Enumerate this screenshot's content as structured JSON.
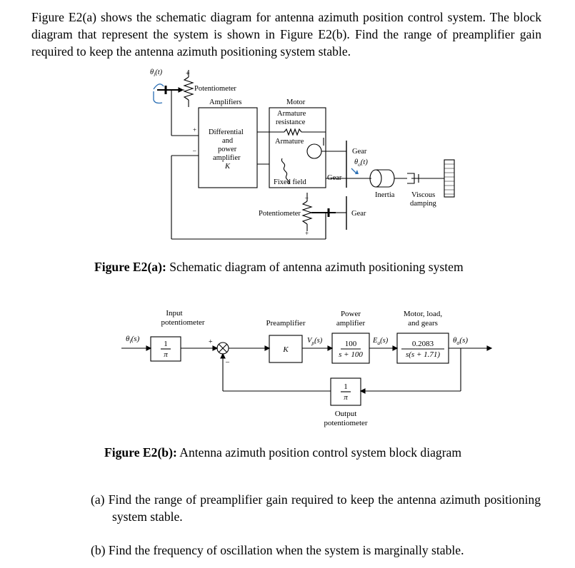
{
  "problem": {
    "intro": "Figure E2(a) shows the schematic diagram for antenna azimuth position control system. The block diagram that represent the system is shown in Figure E2(b). Find the range of preamplifier gain required to keep the antenna azimuth positioning system stable."
  },
  "schematic": {
    "theta_i": "θ",
    "theta_i_sub": "i",
    "theta_i_arg": "(t)",
    "plus": "+",
    "minus": "–",
    "potentiometer_top": "Potentiometer",
    "amplifiers": "Amplifiers",
    "motor": "Motor",
    "armature_resistance_1": "Armature",
    "armature_resistance_2": "resistance",
    "armature": "Armature",
    "differential_1": "Differential",
    "differential_2": "and",
    "differential_3": "power",
    "differential_4": "amplifier",
    "gain_k": "K",
    "fixed_field": "Fixed field",
    "gear_left": "Gear",
    "gear_top": "Gear",
    "theta_o": "θ",
    "theta_o_sub": "o",
    "theta_o_arg": "(t)",
    "inertia": "Inertia",
    "viscous_1": "Viscous",
    "viscous_2": "damping",
    "potentiometer_bottom": "Potentiometer",
    "gear_bottom": "Gear"
  },
  "caption_a": {
    "bold": "Figure E2(a):",
    "text": " Schematic diagram of antenna azimuth positioning system"
  },
  "block_diagram": {
    "input_pot_1": "Input",
    "input_pot_2": "potentiometer",
    "preamplifier": "Preamplifier",
    "power_amp_1": "Power",
    "power_amp_2": "amplifier",
    "motor_1": "Motor, load,",
    "motor_2": "and gears",
    "theta_i": "θ",
    "theta_i_sub": "i",
    "theta_i_arg": "(s)",
    "input_gain_num": "1",
    "input_gain_den": "π",
    "plus": "+",
    "minus": "–",
    "pre_gain": "K",
    "vp": "V",
    "vp_sub": "p",
    "vp_arg": "(s)",
    "power_num": "100",
    "power_den": "s + 100",
    "ea": "E",
    "ea_sub": "a",
    "ea_arg": "(s)",
    "motor_num": "0.2083",
    "motor_den": "s(s + 1.71)",
    "theta_o": "θ",
    "theta_o_sub": "o",
    "theta_o_arg": "(s)",
    "out_gain_num": "1",
    "out_gain_den": "π",
    "out_pot_1": "Output",
    "out_pot_2": "potentiometer"
  },
  "caption_b": {
    "bold": "Figure E2(b):",
    "text": " Antenna azimuth position control system block diagram"
  },
  "questions": {
    "a": "(a) Find the range of preamplifier gain required to keep the antenna azimuth positioning system stable.",
    "b": "(b) Find the frequency of oscillation when the system is marginally stable."
  }
}
